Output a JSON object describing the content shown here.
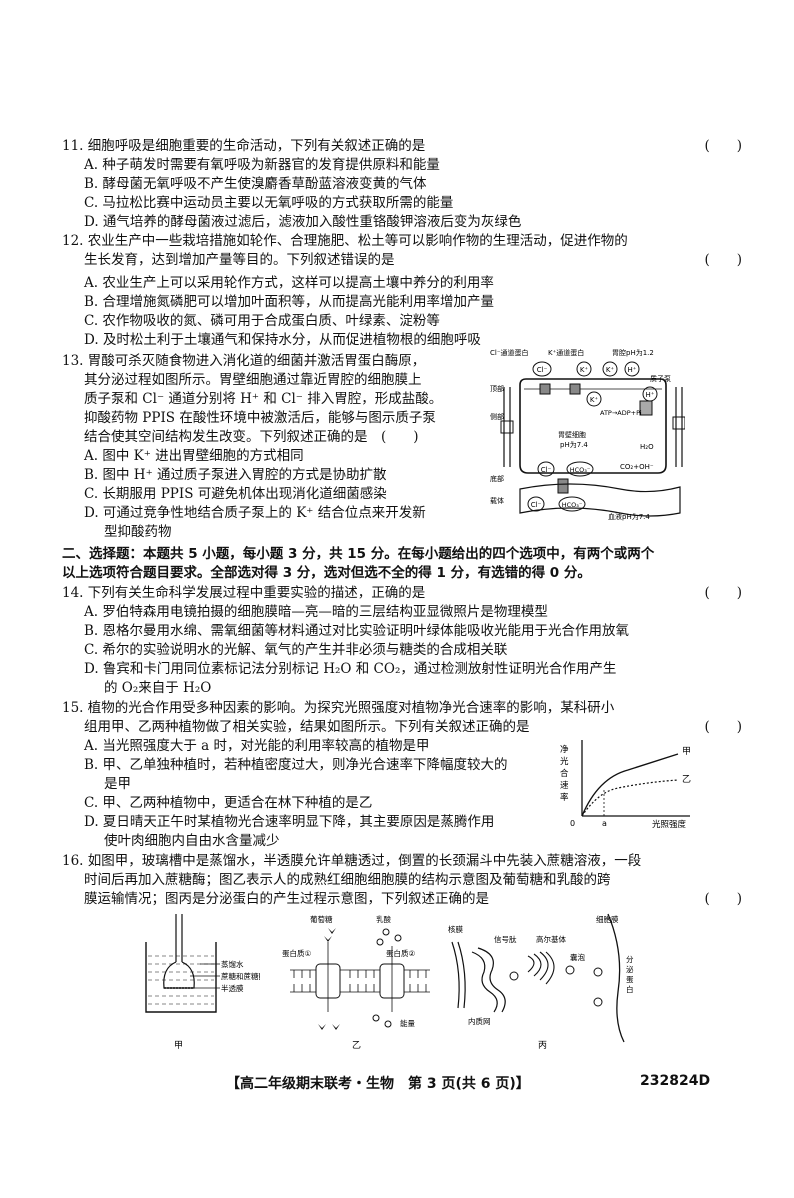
{
  "q11": {
    "stem": "11. 细胞呼吸是细胞重要的生命活动，下列有关叙述正确的是",
    "bracket": "(　　)",
    "options": [
      "A. 种子萌发时需要有氧呼吸为新器官的发育提供原料和能量",
      "B. 酵母菌无氧呼吸不产生使溴麝香草酚蓝溶液变黄的气体",
      "C. 马拉松比赛中运动员主要以无氧呼吸的方式获取所需的能量",
      "D. 通气培养的酵母菌液过滤后，滤液加入酸性重铬酸钾溶液后变为灰绿色"
    ]
  },
  "q12": {
    "stem_1": "12. 农业生产中一些栽培措施如轮作、合理施肥、松土等可以影响作物的生理活动，促进作物的",
    "stem_2": "生长发育，达到增加产量等目的。下列叙述错误的是",
    "bracket": "(　　)",
    "options": [
      "A. 农业生产上可以采用轮作方式，这样可以提高土壤中养分的利用率",
      "B. 合理增施氮磷肥可以增加叶面积等，从而提高光能利用率增加产量",
      "C. 农作物吸收的氮、磷可用于合成蛋白质、叶绿素、淀粉等",
      "D. 及时松土利于土壤通气和保持水分，从而促进植物根的细胞呼吸"
    ]
  },
  "q13": {
    "lines": [
      "13. 胃酸可杀灭随食物进入消化道的细菌并激活胃蛋白酶原，",
      "其分泌过程如图所示。胃壁细胞通过靠近胃腔的细胞膜上",
      "质子泵和 Cl⁻ 通道分别将 H⁺ 和 Cl⁻ 排入胃腔，形成盐酸。",
      "抑酸药物 PPIS 在酸性环境中被激活后，能够与图示质子泵",
      "结合使其空间结构发生改变。下列叙述正确的是　(　　)"
    ],
    "options": [
      "A. 图中 K⁺ 进出胃壁细胞的方式相同",
      "B. 图中 H⁺ 通过质子泵进入胃腔的方式是协助扩散",
      "C. 长期服用 PPIS 可避免机体出现消化道细菌感染",
      "D. 可通过竞争性地结合质子泵上的 K⁺ 结合位点来开发新"
    ],
    "option_d_cont": "型抑酸药物",
    "figure": {
      "cl_channel": "Cl⁻通道蛋白",
      "k_channel": "K⁺通道蛋白",
      "gastric_ph": "胃腔pH为1.2",
      "proton_pump": "质子泵",
      "top": "顶部",
      "side": "侧部",
      "bottom": "底部",
      "carrier": "载体",
      "cell_label": "胃壁细胞",
      "cell_ph": "pH为7.4",
      "atp": "ATP→ADP+Pi",
      "h2o": "H₂O",
      "co2": "CO₂+OH⁻",
      "blood_ph": "血液pH为7.4",
      "cl": "Cl⁻",
      "k": "K⁺",
      "h": "H⁺",
      "hco3": "HCO₃⁻"
    }
  },
  "section2": {
    "line1": "二、选择题：本题共 5 小题，每小题 3 分，共 15 分。在每小题给出的四个选项中，有两个或两个",
    "line2": "以上选项符合题目要求。全部选对得 3 分，选对但选不全的得 1 分，有选错的得 0 分。"
  },
  "q14": {
    "stem": "14. 下列有关生命科学发展过程中重要实验的描述，正确的是",
    "bracket": "(　　)",
    "options": [
      "A. 罗伯特森用电镜拍摄的细胞膜暗—亮—暗的三层结构亚显微照片是物理模型",
      "B. 恩格尔曼用水绵、需氧细菌等材料通过对比实验证明叶绿体能吸收光能用于光合作用放氧",
      "C. 希尔的实验说明水的光解、氧气的产生并非必须与糖类的合成相关联",
      "D. 鲁宾和卡门用同位素标记法分别标记 H₂O 和 CO₂，通过检测放射性证明光合作用产生"
    ],
    "option_d_cont": "的 O₂来自于 H₂O"
  },
  "q15": {
    "stem_1": "15. 植物的光合作用受多种因素的影响。为探究光照强度对植物净光合速率的影响，某科研小",
    "stem_2": "组用甲、乙两种植物做了相关实验，结果如图所示。下列有关叙述正确的是",
    "bracket": "(　　)",
    "options": [
      "A. 当光照强度大于 a 时，对光能的利用率较高的植物是甲",
      "B. 甲、乙单独种植时，若种植密度过大，则净光合速率下降幅度较大的"
    ],
    "option_b_cont": "是甲",
    "options_2": [
      "C. 甲、乙两种植物中，更适合在林下种植的是乙",
      "D. 夏日晴天正午时某植物光合速率明显下降，其主要原因是蒸腾作用"
    ],
    "option_d_cont": "使叶肉细胞内自由水含量减少",
    "figure": {
      "ylabel": "净光合速率",
      "xlabel": "光照强度",
      "origin": "0",
      "tick": "a",
      "series_jia": "甲",
      "series_yi": "乙"
    }
  },
  "q16": {
    "lines": [
      "16. 如图甲，玻璃槽中是蒸馏水，半透膜允许单糖透过，倒置的长颈漏斗中先装入蔗糖溶液，一段",
      "时间后再加入蔗糖酶；图乙表示人的成熟红细胞细胞膜的结构示意图及葡萄糖和乳酸的跨",
      "膜运输情况；图丙是分泌蛋白的产生过程示意图，下列叙述正确的是"
    ],
    "bracket": "(　　)",
    "figA": {
      "water": "蒸馏水",
      "sucrose": "蔗糖和蔗糖酶",
      "membrane": "半透膜",
      "caption": "甲"
    },
    "figB": {
      "glucose": "葡萄糖",
      "lactic": "乳酸",
      "protein1": "蛋白质①",
      "protein2": "蛋白质②",
      "energy": "能量",
      "caption": "乙"
    },
    "figC": {
      "nucleus": "核膜",
      "signal": "信号肽",
      "golgi": "高尔基体",
      "membrane": "细胞膜",
      "vesicle": "囊泡",
      "secreted": "分泌蛋白",
      "er": "内质网",
      "caption": "丙"
    }
  },
  "footer": {
    "title": "【高二年级期末联考・生物　第 3 页(共 6 页)】",
    "code": "232824D"
  }
}
